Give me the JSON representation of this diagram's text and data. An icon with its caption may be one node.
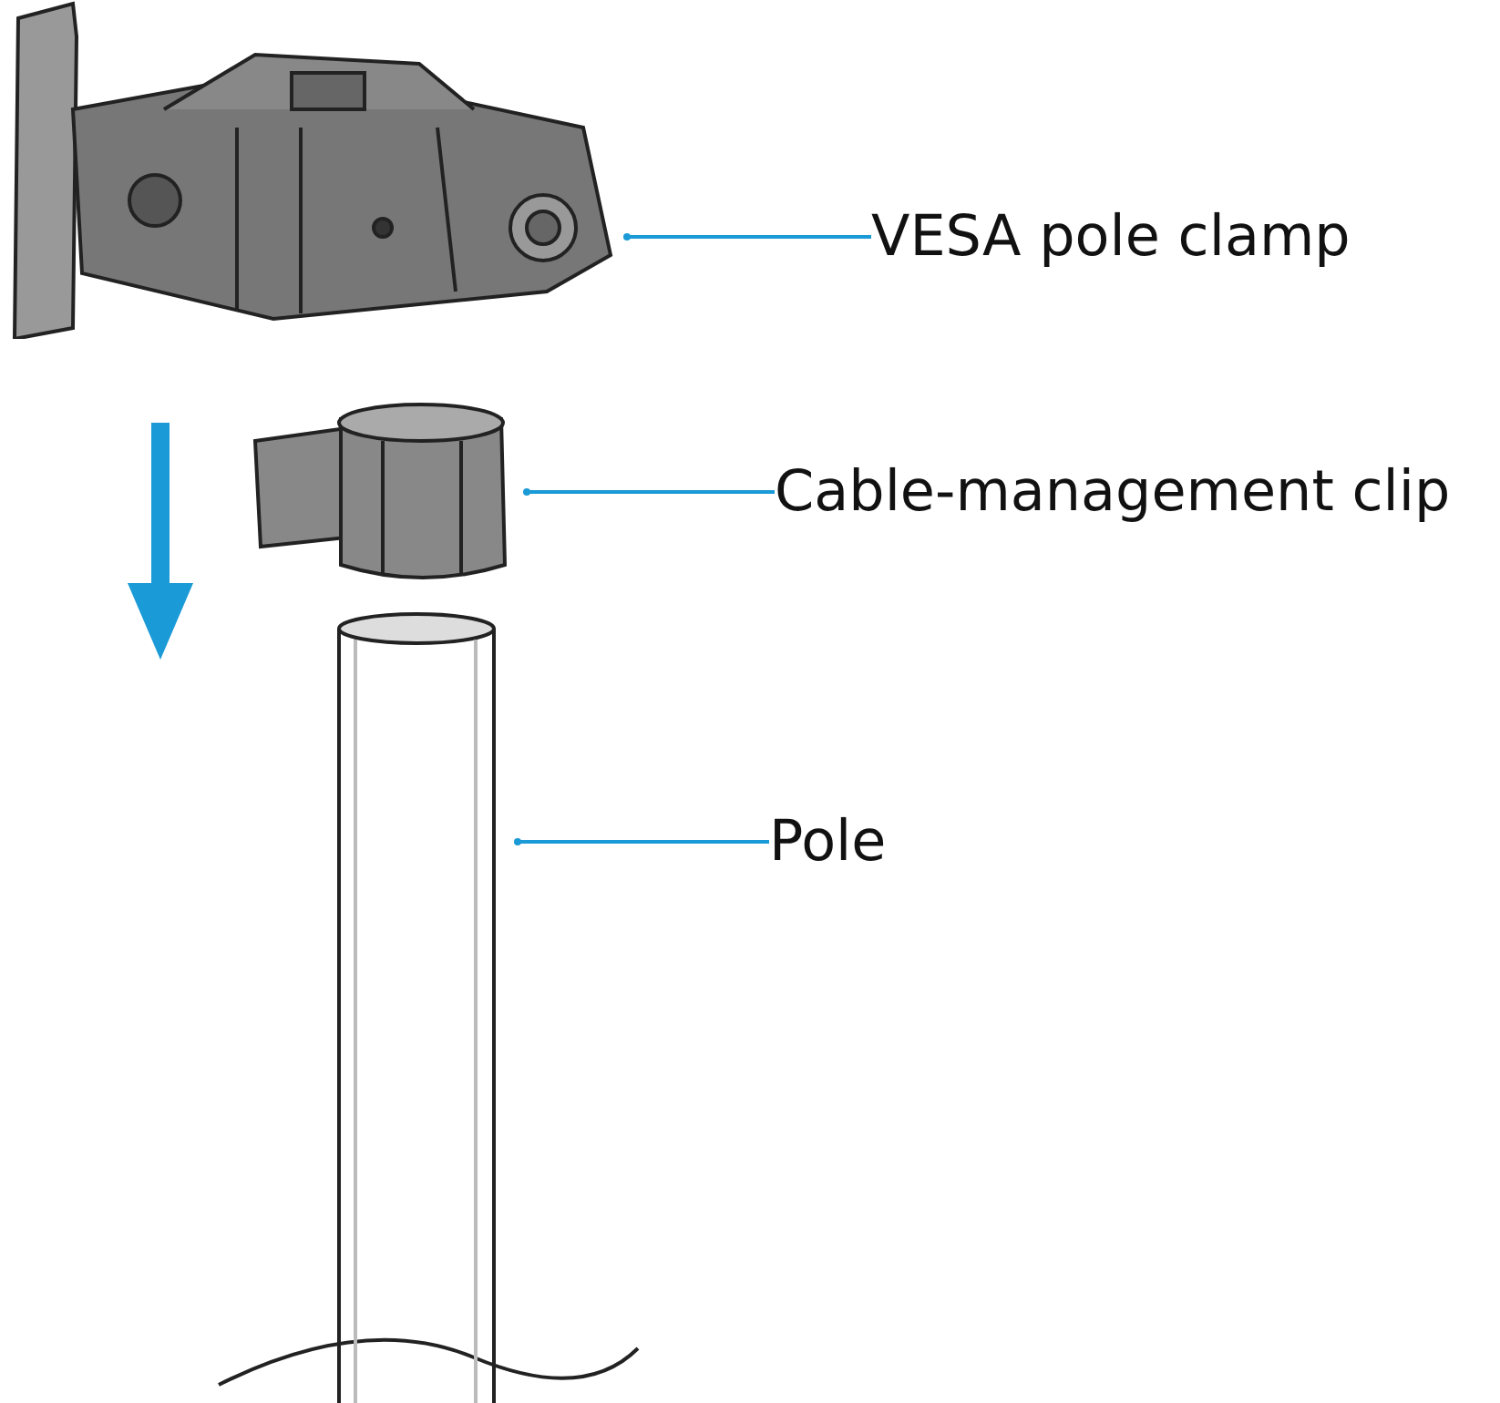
{
  "diagram": {
    "nodes": [
      {
        "text": [
          "VESA pole clamp"
        ]
      },
      {
        "text": [
          "Cable-management clip"
        ]
      },
      {
        "text": [
          "Pole"
        ]
      },
      {
        "text": [],
        "shape": "picture"
      },
      {
        "text": [],
        "shape": "picture"
      },
      {
        "text": [],
        "shape": "picture"
      }
    ],
    "edges": [
      {
        "from": 0,
        "to": 3,
        "arrow": "other"
      },
      {
        "from": 1,
        "to": 4,
        "arrow": "other"
      },
      {
        "from": 2,
        "to": 5,
        "arrow": "other"
      }
    ]
  }
}
